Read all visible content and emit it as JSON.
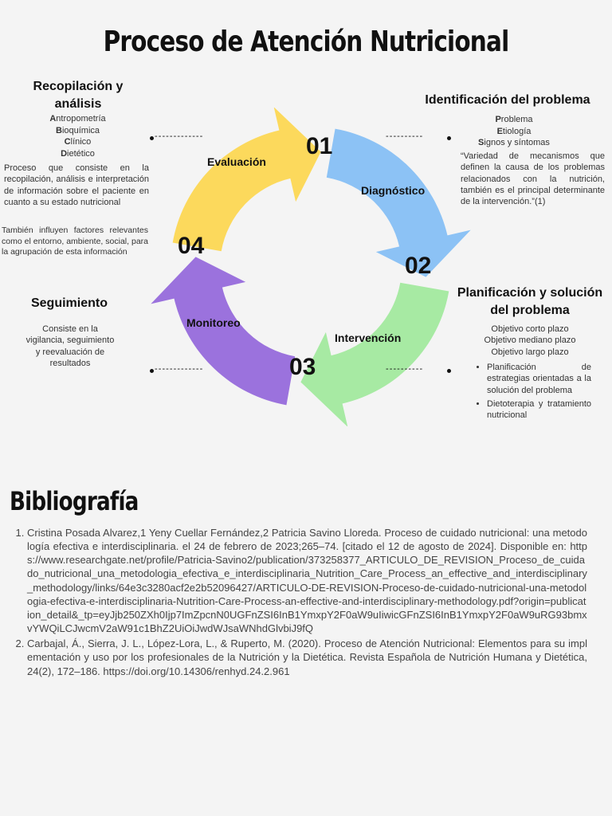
{
  "title": "Proceso de Atención Nutricional",
  "cycle": {
    "steps": [
      {
        "number": "01",
        "label": "Evaluación",
        "color": "#fcd95c"
      },
      {
        "number": "02",
        "label": "Diagnóstico",
        "color": "#8cc2f5"
      },
      {
        "number": "03",
        "label": "Intervención",
        "color": "#a7eaa3"
      },
      {
        "number": "04",
        "label": "Monitoreo",
        "color": "#9b72dd"
      }
    ]
  },
  "recopilacion": {
    "heading": "Recopilación y análisis",
    "items": [
      {
        "first": "A",
        "rest": "ntropometría"
      },
      {
        "first": "B",
        "rest": "ioquímica"
      },
      {
        "first": "C",
        "rest": "línico"
      },
      {
        "first": "D",
        "rest": "ietético"
      }
    ],
    "paragraph1": "Proceso que consiste en la recopilación, análisis e interpretación de información sobre el paciente en cuanto a su estado nutricional",
    "paragraph2": "También influyen factores relevantes como el entorno, ambiente, social, para la agrupación de esta información"
  },
  "identificacion": {
    "heading": "Identificación del problema",
    "items": [
      {
        "first": "P",
        "rest": "roblema"
      },
      {
        "first": "E",
        "rest": "tiología"
      },
      {
        "first": "S",
        "rest": "ignos y síntomas"
      }
    ],
    "quote": "“Variedad de mecanismos que definen la causa de los problemas relacionados con la nutrición, también es el principal determinante de la intervención.”(1)"
  },
  "planificacion": {
    "heading": "Planificación y solución del problema",
    "objectives": [
      "Objetivo corto plazo",
      "Objetivo mediano plazo",
      "Objetivo largo plazo"
    ],
    "bullets": [
      "Planificación de estrategias orientadas a la solución del problema",
      "Dietoterapia y tratamiento nutricional"
    ]
  },
  "seguimiento": {
    "heading": "Seguimiento",
    "text": "Consiste en la vigilancia, seguimiento y reevaluación de resultados"
  },
  "bibliography": {
    "heading": "Bibliografía",
    "refs": [
      "Cristina Posada Alvarez,1 Yeny Cuellar Fernández,2 Patricia Savino Lloreda. Proceso de cuidado nutricional: una metodología efectiva e interdisciplinaria. el 24 de febrero de 2023;265–74. [citado el 12 de agosto de 2024]. Disponible en: https://www.researchgate.net/profile/Patricia-Savino2/publication/373258377_ARTICULO_DE_REVISION_Proceso_de_cuidado_nutricional_una_metodologia_efectiva_e_interdisciplinaria_Nutrition_Care_Process_an_effective_and_interdisciplinary_methodology/links/64e3c3280acf2e2b52096427/ARTICULO-DE-REVISION-Proceso-de-cuidado-nutricional-una-metodologia-efectiva-e-interdisciplinaria-Nutrition-Care-Process-an-effective-and-interdisciplinary-methodology.pdf?origin=publication_detail&_tp=eyJjb250ZXh0Ijp7ImZpcnN0UGFnZSI6InB1YmxpY2F0aW9uIiwicGFnZSI6InB1YmxpY2F0aW9uRG93bmxvYWQiLCJwcmV2aW91c1BhZ2UiOiJwdWJsaWNhdGlvbiJ9fQ",
      "Carbajal, Á., Sierra, J. L., López-Lora, L., & Ruperto, M. (2020). Proceso de Atención Nutricional: Elementos para su implementación y uso por los profesionales de la Nutrición y la Dietética. Revista Española de Nutrición Humana y Dietética, 24(2), 172–186. https://doi.org/10.14306/renhyd.24.2.961"
    ]
  }
}
